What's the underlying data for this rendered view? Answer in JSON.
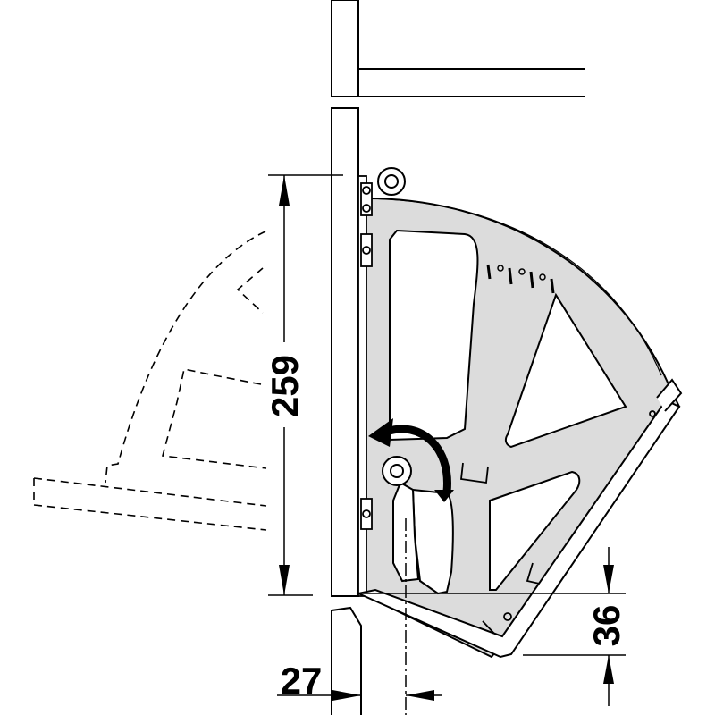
{
  "dimensions": {
    "height_label": "259",
    "offset_label": "36",
    "setback_label": "27"
  },
  "colors": {
    "line": "#000000",
    "fill": "#dcdcdc",
    "background": "#ffffff"
  }
}
